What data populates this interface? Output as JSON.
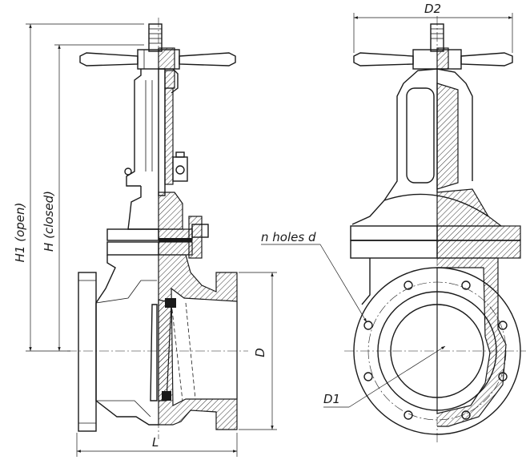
{
  "labels": {
    "d2": "D2",
    "h1": "H1 (open)",
    "h": "H (closed)",
    "n_holes": "n holes d",
    "d": "D",
    "d1": "D1",
    "l": "L"
  },
  "colors": {
    "line": "#1a1a1a",
    "background": "#ffffff"
  }
}
